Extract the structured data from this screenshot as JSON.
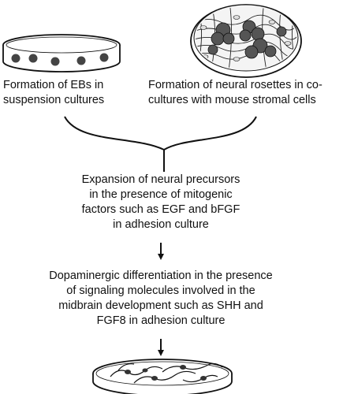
{
  "diagram": {
    "step_left": {
      "lines": [
        "Formation of EBs in",
        "suspension cultures"
      ]
    },
    "step_right": {
      "lines": [
        "Formation of neural rosettes in co-",
        "cultures with mouse stromal cells"
      ]
    },
    "step_expansion": {
      "lines": [
        "Expansion of neural precursors",
        "in the presence of mitogenic",
        "factors such as EGF and bFGF",
        "in adhesion culture"
      ]
    },
    "step_differentiation": {
      "lines": [
        "Dopaminergic differentiation in the presence",
        "of signaling molecules involved in the",
        "midbrain development such as SHH and",
        "FGF8 in adhesion culture"
      ]
    }
  },
  "colors": {
    "ink": "#111111",
    "dish_fill": "#ffffff",
    "cell_fill": "#444444"
  }
}
